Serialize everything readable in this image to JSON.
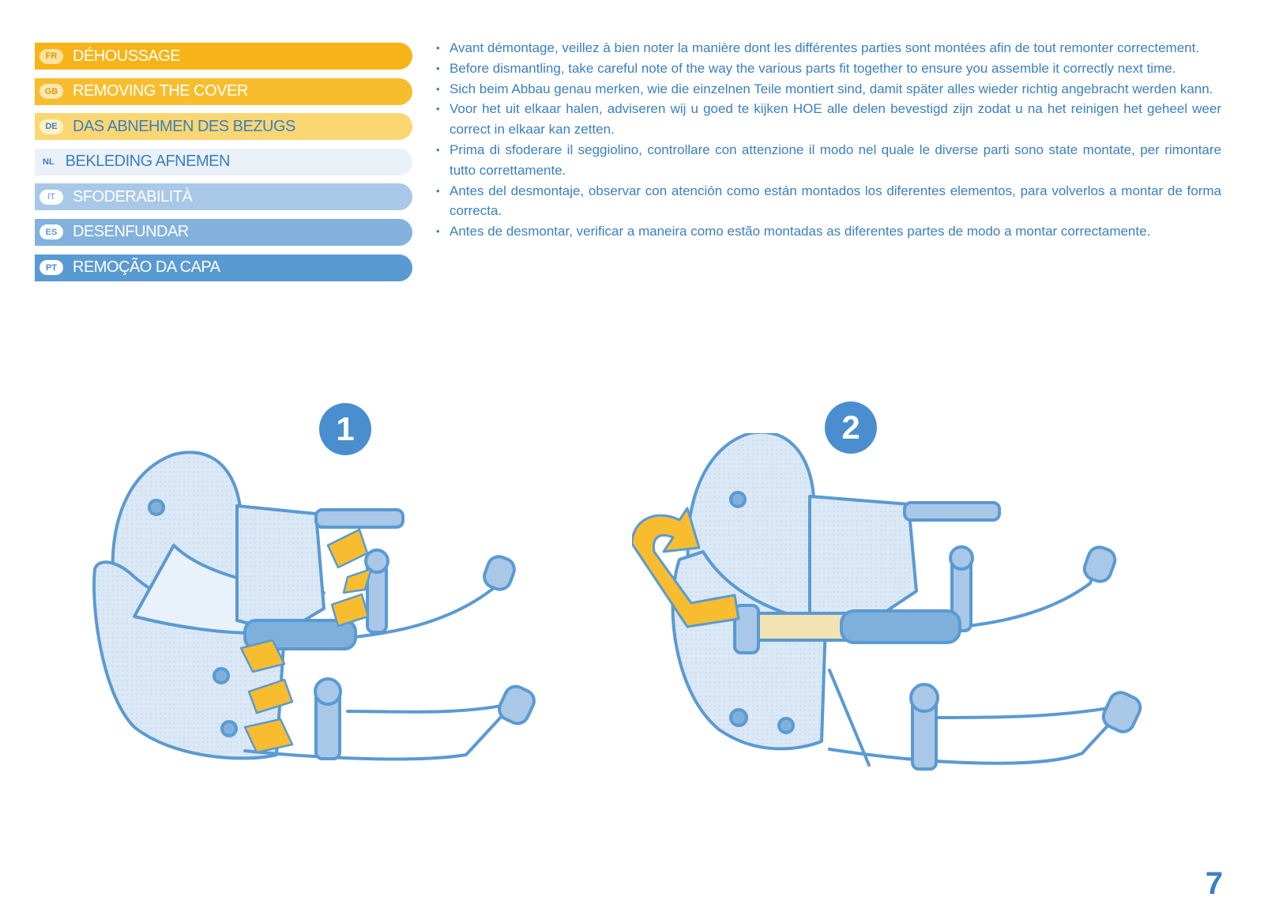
{
  "headings": [
    {
      "code": "FR",
      "label": "DÉHOUSSAGE"
    },
    {
      "code": "GB",
      "label": "REMOVING THE COVER"
    },
    {
      "code": "DE",
      "label": "DAS ABNEHMEN DES BEZUGS"
    },
    {
      "code": "NL",
      "label": "BEKLEDING AFNEMEN"
    },
    {
      "code": "IT",
      "label": "SFODERABILITÀ"
    },
    {
      "code": "ES",
      "label": "DESENFUNDAR"
    },
    {
      "code": "PT",
      "label": "REMOÇÃO DA CAPA"
    }
  ],
  "instructions": [
    "Avant démontage, veillez à bien noter la manière dont les différentes parties sont montées afin de tout remonter correctement.",
    "Before dismantling, take careful note of the way the various parts fit together to ensure you assemble it correctly next time.",
    "Sich beim Abbau genau merken, wie die einzelnen Teile montiert sind, damit später alles wieder richtig angebracht werden kann.",
    "Voor het uit elkaar halen, adviseren wij u goed te kijken HOE alle delen bevestigd zijn zodat u na het reinigen het geheel weer correct in elkaar kan zetten.",
    "Prima di sfoderare il seggiolino, controllare con attenzione il modo nel quale le diverse parti sono state montate, per rimontare tutto correttamente.",
    "Antes del desmontaje, observar con atención como están montados los diferentes elementos, para volverlos a montar de forma correcta.",
    "Antes de desmontar, verificar a maneira como estão montadas as diferentes partes de modo a montar correctamente."
  ],
  "steps": [
    "1",
    "2"
  ],
  "page_number": "7",
  "colors": {
    "blue": "#3b7fc2",
    "orange": "#f7b418",
    "seat_fill": "#dbe8f5",
    "seat_line": "#5a9ad2"
  }
}
